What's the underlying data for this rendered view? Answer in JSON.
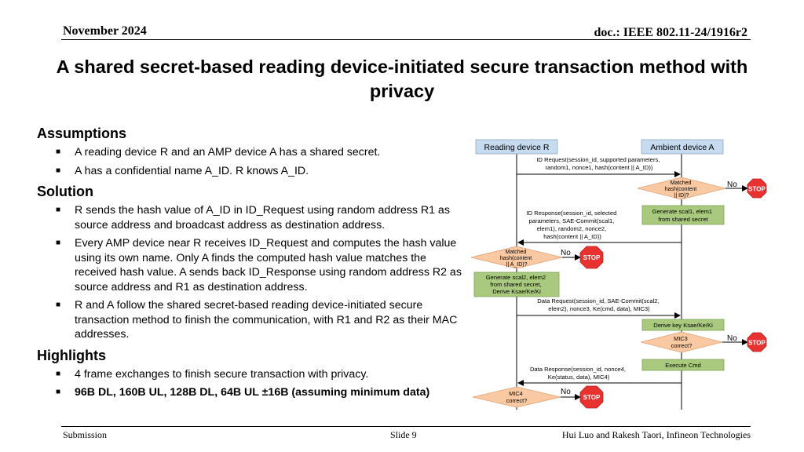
{
  "header": {
    "date": "November 2024",
    "doc": "doc.: IEEE 802.11-24/1916r2"
  },
  "title": "A shared secret-based reading device-initiated secure transaction method with privacy",
  "assumptions": {
    "heading": "Assumptions",
    "items": [
      "A reading device R and an AMP device A has a shared secret.",
      "A has a confidential name A_ID. R knows A_ID."
    ]
  },
  "solution": {
    "heading": "Solution",
    "items": [
      "R sends the hash value of A_ID in ID_Request using random address R1 as source address and broadcast address as destination address.",
      "Every AMP device near R receives ID_Request and computes the hash value using its own name. Only A finds the computed hash value matches the received hash value. A sends back ID_Response using random address R2 as source address and R1 as destination address.",
      "R and A follow the shared secret-based reading device-initiated secure transaction method to finish the communication, with R1 and R2 as their MAC addresses."
    ]
  },
  "highlights": {
    "heading": "Highlights",
    "items": [
      "4 frame exchanges to finish secure transaction with privacy.",
      "96B DL, 160B UL, 128B DL, 64B UL ±16B (assuming minimum data)"
    ]
  },
  "diagram": {
    "reader": "Reading device R",
    "ambient": "Ambient device A",
    "msg1": [
      "ID Request(session_id,  supported parameters,",
      "random1,  nonce1,  hash(content  || A_ID))"
    ],
    "dec1": [
      "Matched",
      "hash(content",
      "|| ID)?"
    ],
    "no": "No",
    "stop": "STOP",
    "act1": [
      "Generate  scal1, elem1",
      "from shared secret"
    ],
    "msg2": [
      "ID Response(session_id,  selected",
      "parameters,  SAE-Commit(scal1,",
      "elem1),  random2,  nonce2,",
      "hash(content  || A_ID))"
    ],
    "dec2": [
      "Matched",
      "hash(content",
      "|| A_ID)?"
    ],
    "act2": [
      "Generate  scal2, elem2",
      "from shared secret,",
      "Derive Ksae/Ke/Ki"
    ],
    "msg3": [
      "Data Request(session_id,  SAE-Commit(scal2,",
      "elem2),  nonce3,  Ke(cmd,  data),  MIC3)"
    ],
    "act3": "Derive key Ksae/Ke/Ki",
    "dec3": [
      "MIC3",
      "correct?"
    ],
    "act4": "Execute Cmd",
    "msg4": [
      "Data Response(session_id,  nonce4,",
      "Ke(status,  data),  MIC4)"
    ],
    "dec4": [
      "MIC4",
      "correct?"
    ]
  },
  "footer": {
    "left": "Submission",
    "mid": "Slide 9",
    "right": "Hui Luo and Rakesh Taori, Infineon Technologies"
  },
  "colors": {
    "header_box": "#c6dbef",
    "action_box": "#a9c97f",
    "decision": "#f9c9a3",
    "stop": "#e8322f"
  }
}
